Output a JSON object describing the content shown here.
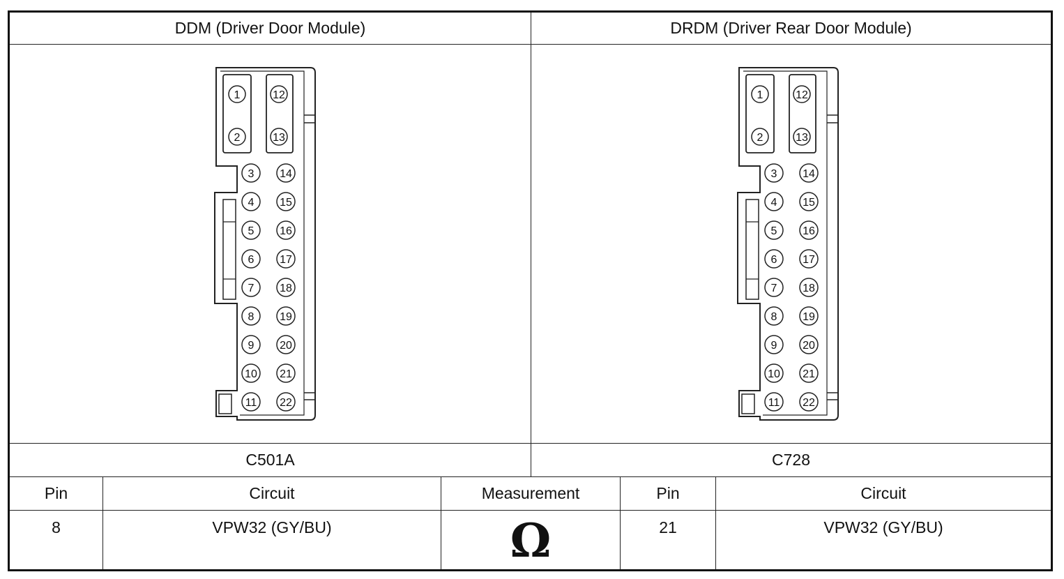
{
  "modules": [
    {
      "title": "DDM (Driver Door Module)",
      "connector": "C501A"
    },
    {
      "title": "DRDM (Driver Rear Door Module)",
      "connector": "C728"
    }
  ],
  "connector_pins": {
    "large_left": [
      "1",
      "2"
    ],
    "large_right": [
      "12",
      "13"
    ],
    "small_left": [
      "3",
      "4",
      "5",
      "6",
      "7",
      "8",
      "9",
      "10",
      "11"
    ],
    "small_right": [
      "14",
      "15",
      "16",
      "17",
      "18",
      "19",
      "20",
      "21",
      "22"
    ]
  },
  "table": {
    "headers": [
      "Pin",
      "Circuit",
      "Measurement",
      "Pin",
      "Circuit"
    ],
    "row": {
      "pin_a": "8",
      "circuit_a": "VPW32 (GY/BU)",
      "measurement": "Ω",
      "pin_b": "21",
      "circuit_b": "VPW32 (GY/BU)"
    }
  }
}
